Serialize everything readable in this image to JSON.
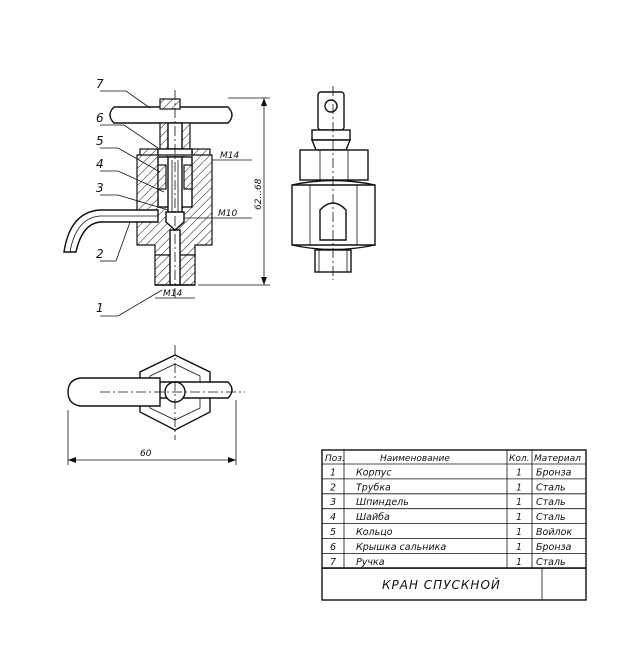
{
  "drawing": {
    "callouts": [
      "7",
      "6",
      "5",
      "4",
      "3",
      "2",
      "1"
    ],
    "dims": {
      "thread_top": "M14",
      "thread_mid": "M10",
      "thread_bottom": "M14",
      "height": "62...68",
      "width": "60"
    }
  },
  "table": {
    "headers": {
      "pos": "Поз.",
      "name": "Наименование",
      "qty": "Кол.",
      "material": "Материал"
    },
    "rows": [
      {
        "pos": "1",
        "name": "Корпус",
        "qty": "1",
        "material": "Бронза"
      },
      {
        "pos": "2",
        "name": "Трубка",
        "qty": "1",
        "material": "Сталь"
      },
      {
        "pos": "3",
        "name": "Шпиндель",
        "qty": "1",
        "material": "Сталь"
      },
      {
        "pos": "4",
        "name": "Шайба",
        "qty": "1",
        "material": "Сталь"
      },
      {
        "pos": "5",
        "name": "Кольцо",
        "qty": "1",
        "material": "Войлок"
      },
      {
        "pos": "6",
        "name": "Крышка сальника",
        "qty": "1",
        "material": "Бронза"
      },
      {
        "pos": "7",
        "name": "Ручка",
        "qty": "1",
        "material": "Сталь"
      }
    ],
    "title": "КРАН  СПУСКНОЙ"
  }
}
